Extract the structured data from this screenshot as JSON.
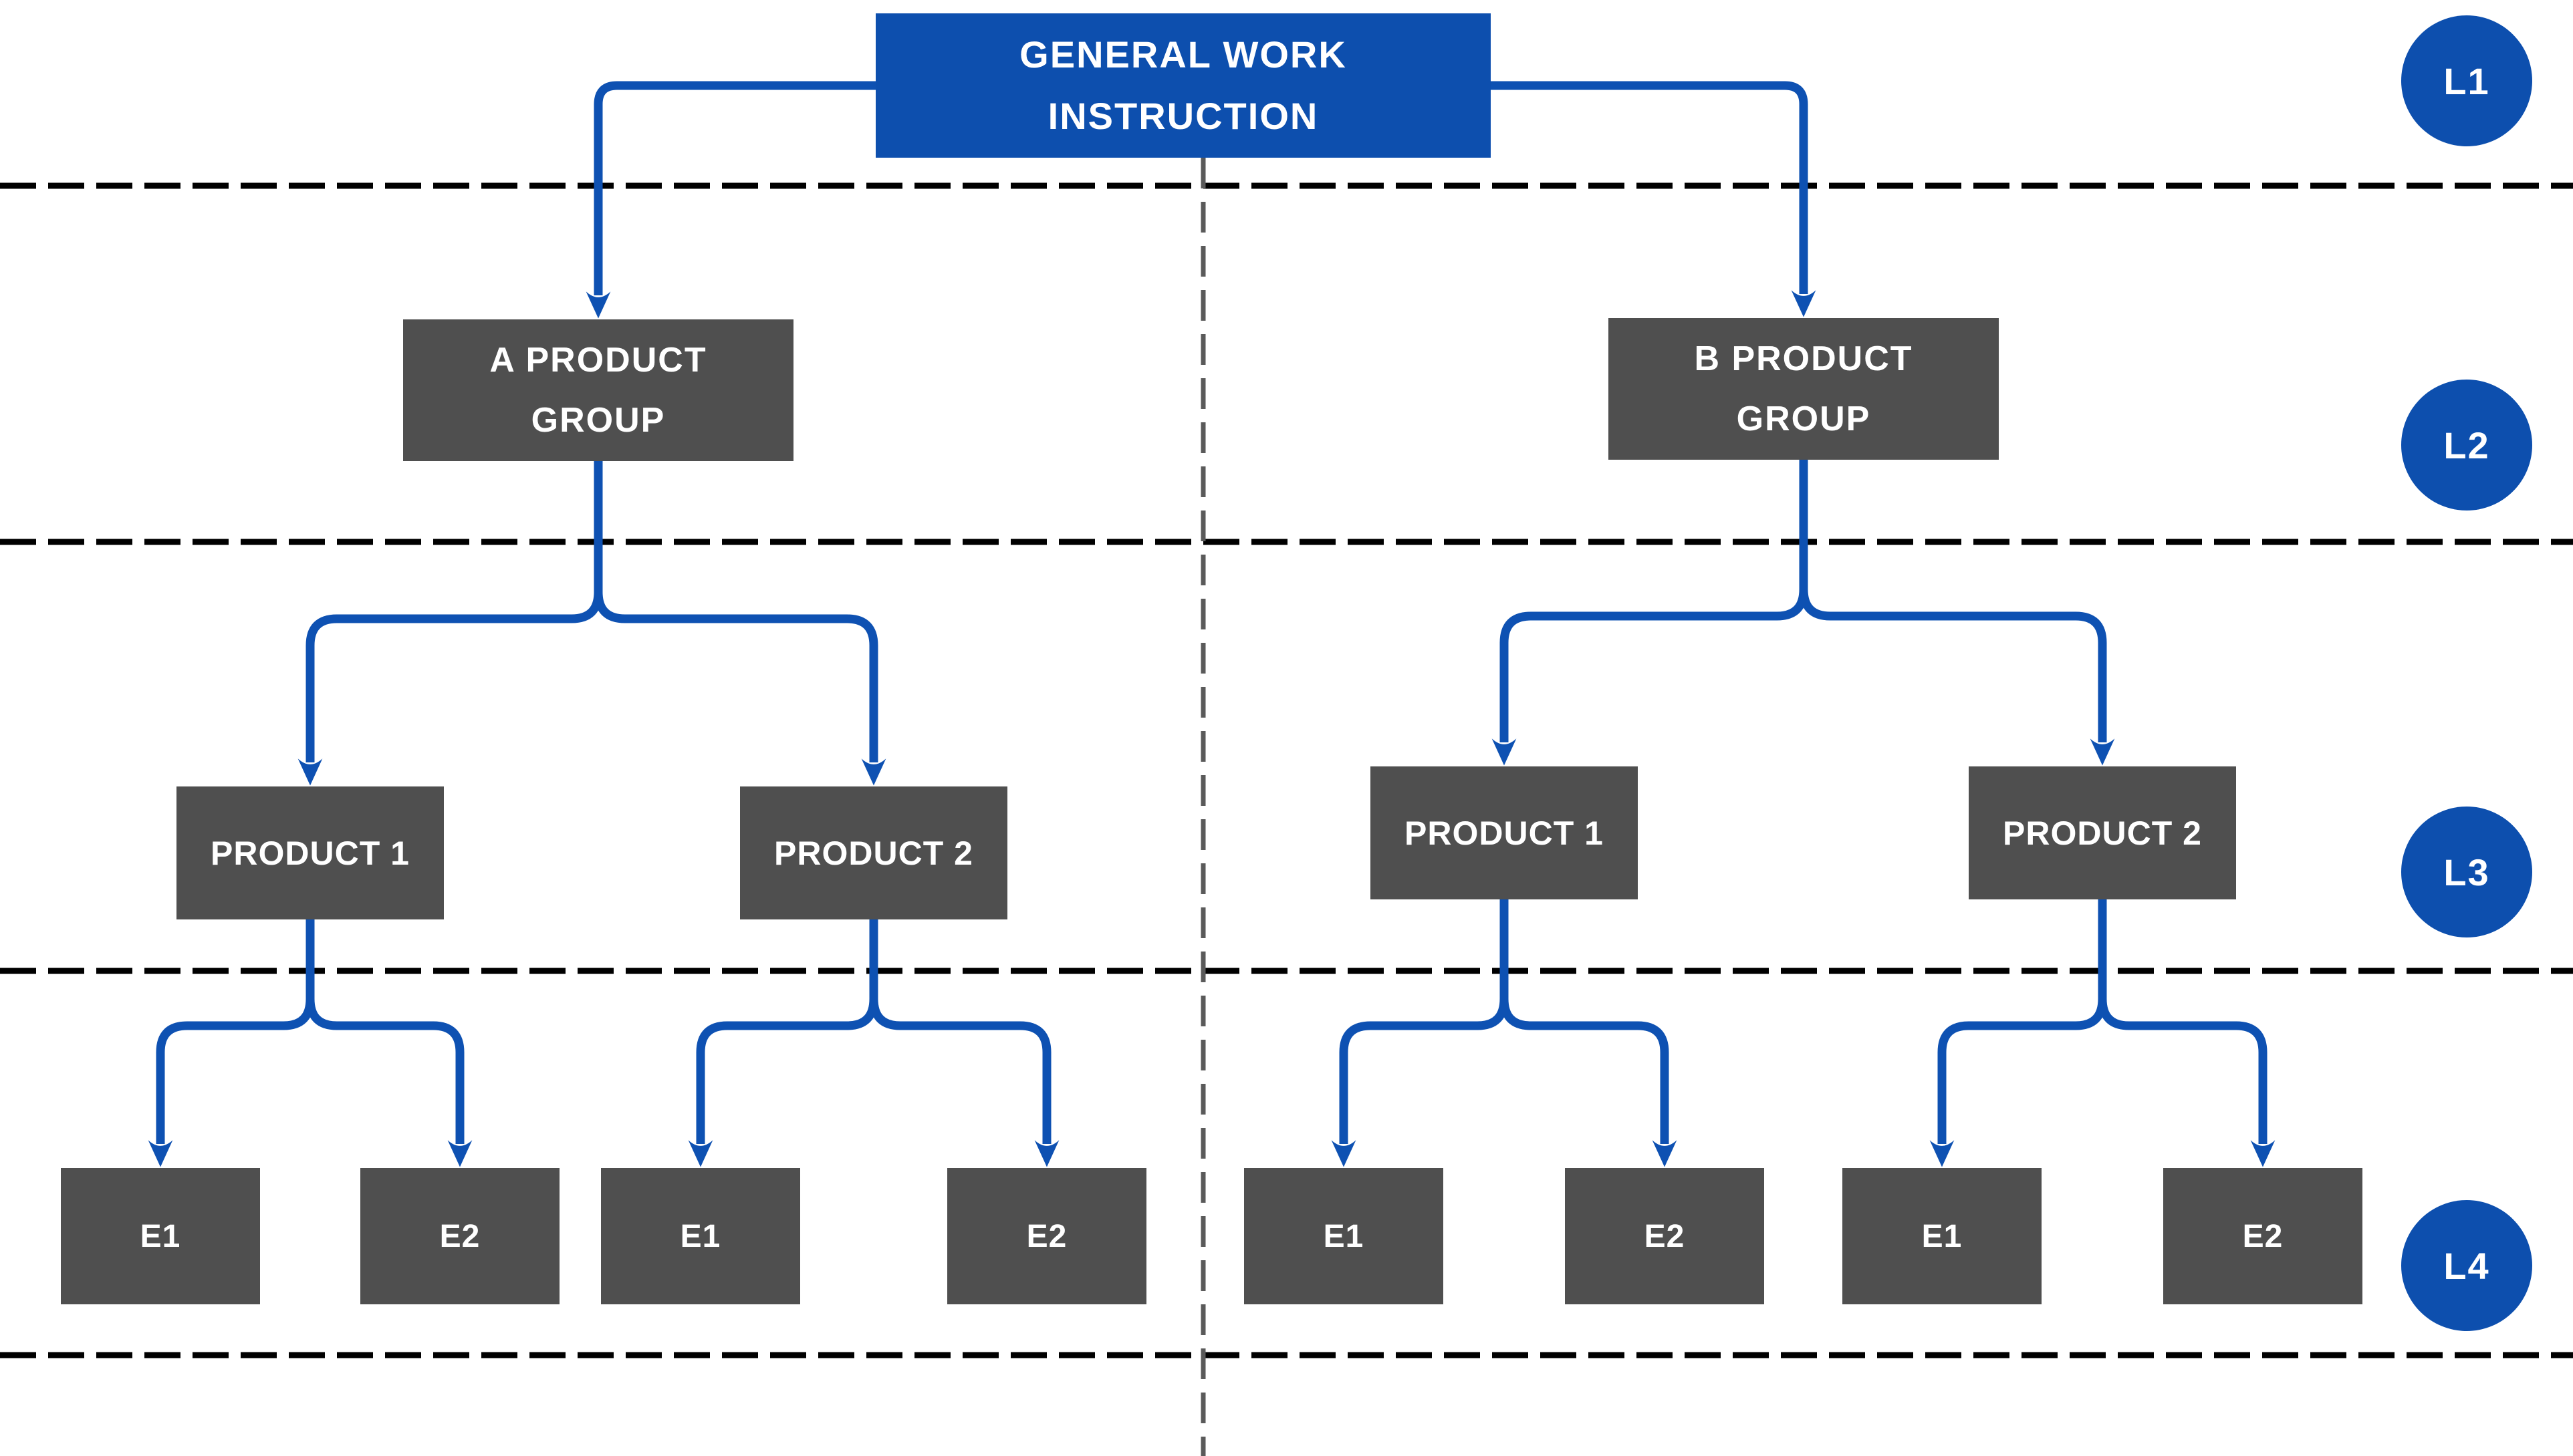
{
  "title_box": {
    "label": "GENERAL WORK INSTRUCTION"
  },
  "groups": [
    {
      "label": "A PRODUCT GROUP",
      "products": [
        {
          "label": "PRODUCT 1",
          "elements": [
            "E1",
            "E2"
          ]
        },
        {
          "label": "PRODUCT 2",
          "elements": [
            "E1",
            "E2"
          ]
        }
      ]
    },
    {
      "label": "B PRODUCT GROUP",
      "products": [
        {
          "label": "PRODUCT 1",
          "elements": [
            "E1",
            "E2"
          ]
        },
        {
          "label": "PRODUCT 2",
          "elements": [
            "E1",
            "E2"
          ]
        }
      ]
    }
  ],
  "level_badges": [
    "L1",
    "L2",
    "L3",
    "L4"
  ],
  "colors": {
    "blue": "#0d4fae",
    "line-blue": "#0e51b2",
    "node-gray": "#4f4f4f",
    "text-white": "#ffffff",
    "dash-black": "#000000",
    "divider-gray": "#5a5a5a",
    "bg": "#ffffff"
  }
}
